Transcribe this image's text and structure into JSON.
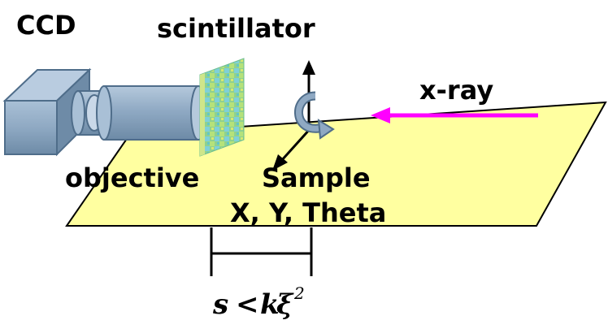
{
  "labels": {
    "ccd": "CCD",
    "scintillator": "scintillator",
    "xray": "x-ray",
    "objective": "objective",
    "sample": "Sample",
    "stage_axes": "X, Y, Theta",
    "condition_lhs": "s",
    "condition_op": "<",
    "condition_k": "k",
    "condition_xi": "ξ",
    "condition_exp": "2"
  },
  "colors": {
    "sample_plane": "#FFFFA0",
    "camera_body": "#8FA9C3",
    "camera_edge": "#4F6D8A",
    "xray_arrow": "#FF00FF",
    "scintillator_green": "#8FD18F",
    "scintillator_cyan": "#7FD0D8",
    "rotation_arrow": "#8FA9C3"
  },
  "icons": {
    "camera": "ccd-camera-icon",
    "lens": "objective-lens-icon",
    "rotation": "rotation-arrow-icon"
  }
}
